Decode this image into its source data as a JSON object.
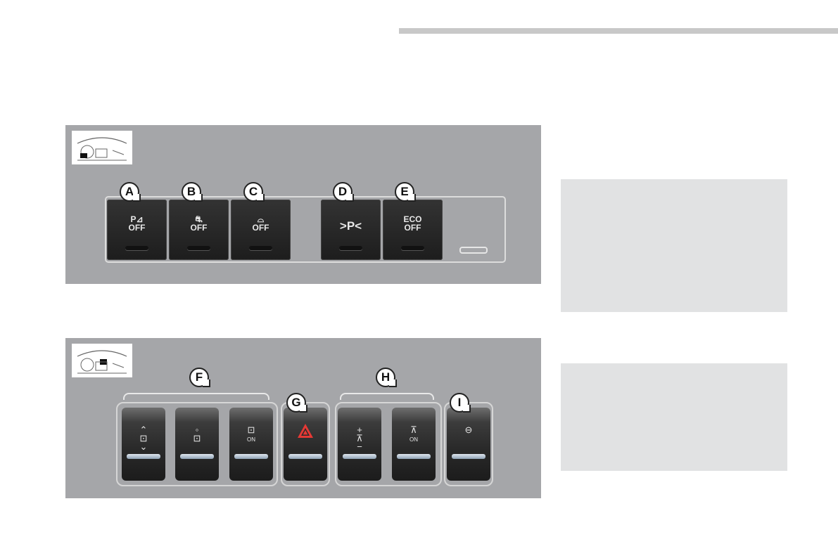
{
  "top_bank": {
    "labels": [
      "A",
      "B",
      "C",
      "D",
      "E"
    ],
    "switches": [
      {
        "label": "A",
        "symbol": "P",
        "text": "OFF",
        "icon": "park-sensor-off-icon"
      },
      {
        "label": "B",
        "symbol": "",
        "text": "OFF",
        "icon": "stability-control-off-icon"
      },
      {
        "label": "C",
        "symbol": "",
        "text": "OFF",
        "icon": "alarm-off-icon"
      },
      {
        "label": "D",
        "symbol": ">P<",
        "text": "",
        "icon": "park-assist-icon"
      },
      {
        "label": "E",
        "symbol": "ECO",
        "text": "OFF",
        "icon": "eco-off-icon"
      }
    ]
  },
  "bottom_bank": {
    "group_labels": {
      "F": "F",
      "G": "G",
      "H": "H",
      "I": "I"
    },
    "rockers": [
      {
        "group": "F",
        "icon": "mirror-adjust-icon",
        "text": ""
      },
      {
        "group": "F",
        "icon": "mirror-heat-icon",
        "text": ""
      },
      {
        "group": "F",
        "icon": "mirror-on-icon",
        "text": "ON"
      },
      {
        "group": "G",
        "icon": "hazard-warning-icon",
        "text": ""
      },
      {
        "group": "H",
        "icon": "headlamp-adjust-icon",
        "text": "+"
      },
      {
        "group": "H",
        "icon": "headlamp-on-icon",
        "text": "ON"
      },
      {
        "group": "I",
        "icon": "door-lock-icon",
        "text": ""
      }
    ]
  },
  "colors": {
    "panel": "#a5a6a9",
    "note_box": "#e1e2e3",
    "rule": "#c8c8c8",
    "hazard": "#e53935"
  }
}
